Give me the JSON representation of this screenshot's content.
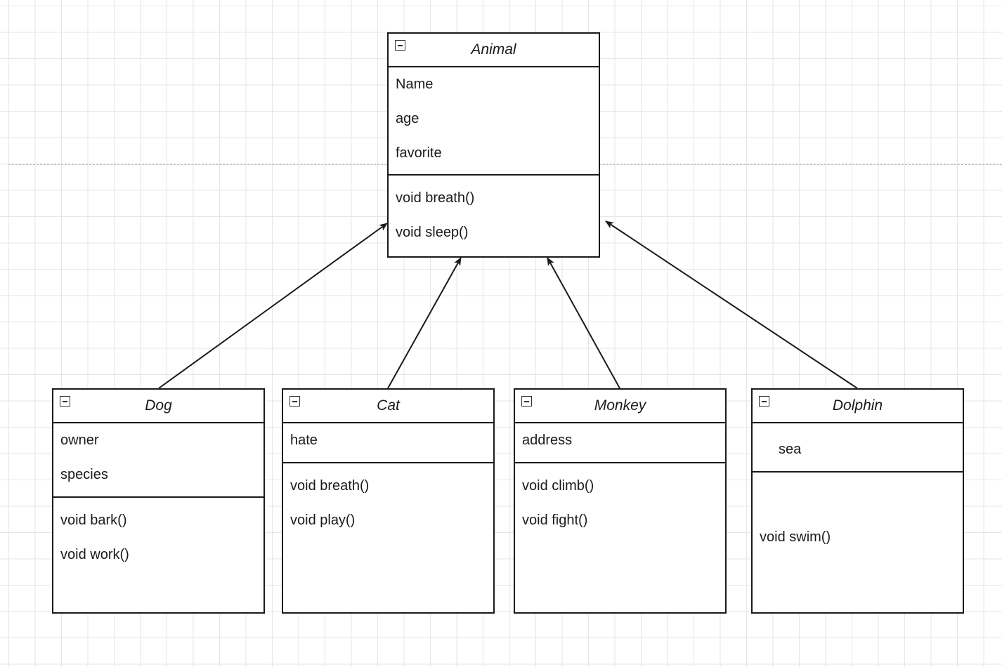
{
  "diagram": {
    "classes": [
      {
        "id": "animal",
        "name": "Animal",
        "attributes": [
          "Name",
          "age",
          "favorite"
        ],
        "operations": [
          "void breath()",
          "void sleep()"
        ]
      },
      {
        "id": "dog",
        "name": "Dog",
        "attributes": [
          "owner",
          "species"
        ],
        "operations": [
          "void bark()",
          "void work()"
        ]
      },
      {
        "id": "cat",
        "name": "Cat",
        "attributes": [
          "hate"
        ],
        "operations": [
          "void breath()",
          "void play()"
        ]
      },
      {
        "id": "monkey",
        "name": "Monkey",
        "attributes": [
          "address"
        ],
        "operations": [
          "void climb()",
          "void fight()"
        ]
      },
      {
        "id": "dolphin",
        "name": "Dolphin",
        "attributes": [
          "sea"
        ],
        "operations": [
          "void swim()"
        ]
      }
    ],
    "relations": [
      {
        "from": "Dog",
        "to": "Animal",
        "type": "arrow"
      },
      {
        "from": "Cat",
        "to": "Animal",
        "type": "arrow"
      },
      {
        "from": "Monkey",
        "to": "Animal",
        "type": "arrow"
      },
      {
        "from": "Dolphin",
        "to": "Animal",
        "type": "arrow"
      }
    ],
    "colors": {
      "stroke": "#1a1a1a",
      "grid": "#e6e6e6",
      "page_guide": "#b8b8b8",
      "background": "#ffffff"
    },
    "icons": {
      "collapse": "collapse-minus-icon",
      "arrowhead": "open-arrowhead-icon"
    }
  }
}
